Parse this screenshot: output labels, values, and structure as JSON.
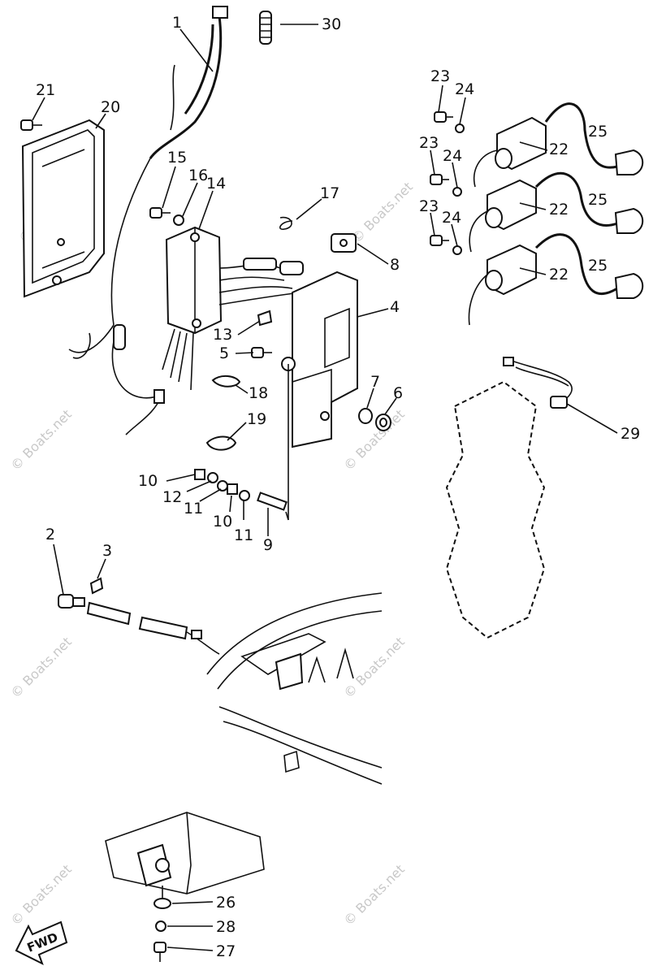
{
  "watermark": "© Boats.net",
  "fwd_label": "FWD",
  "callouts": {
    "c1": "1",
    "c2": "2",
    "c3": "3",
    "c4": "4",
    "c5": "5",
    "c6": "6",
    "c7": "7",
    "c8": "8",
    "c9": "9",
    "c10a": "10",
    "c10b": "10",
    "c11a": "11",
    "c11b": "11",
    "c12": "12",
    "c13": "13",
    "c14": "14",
    "c15": "15",
    "c16": "16",
    "c17": "17",
    "c18": "18",
    "c19": "19",
    "c20": "20",
    "c21": "21",
    "c22a": "22",
    "c22b": "22",
    "c22c": "22",
    "c23a": "23",
    "c23b": "23",
    "c23c": "23",
    "c24a": "24",
    "c24b": "24",
    "c24c": "24",
    "c25a": "25",
    "c25b": "25",
    "c25c": "25",
    "c26": "26",
    "c27": "27",
    "c28": "28",
    "c29": "29",
    "c30": "30"
  }
}
